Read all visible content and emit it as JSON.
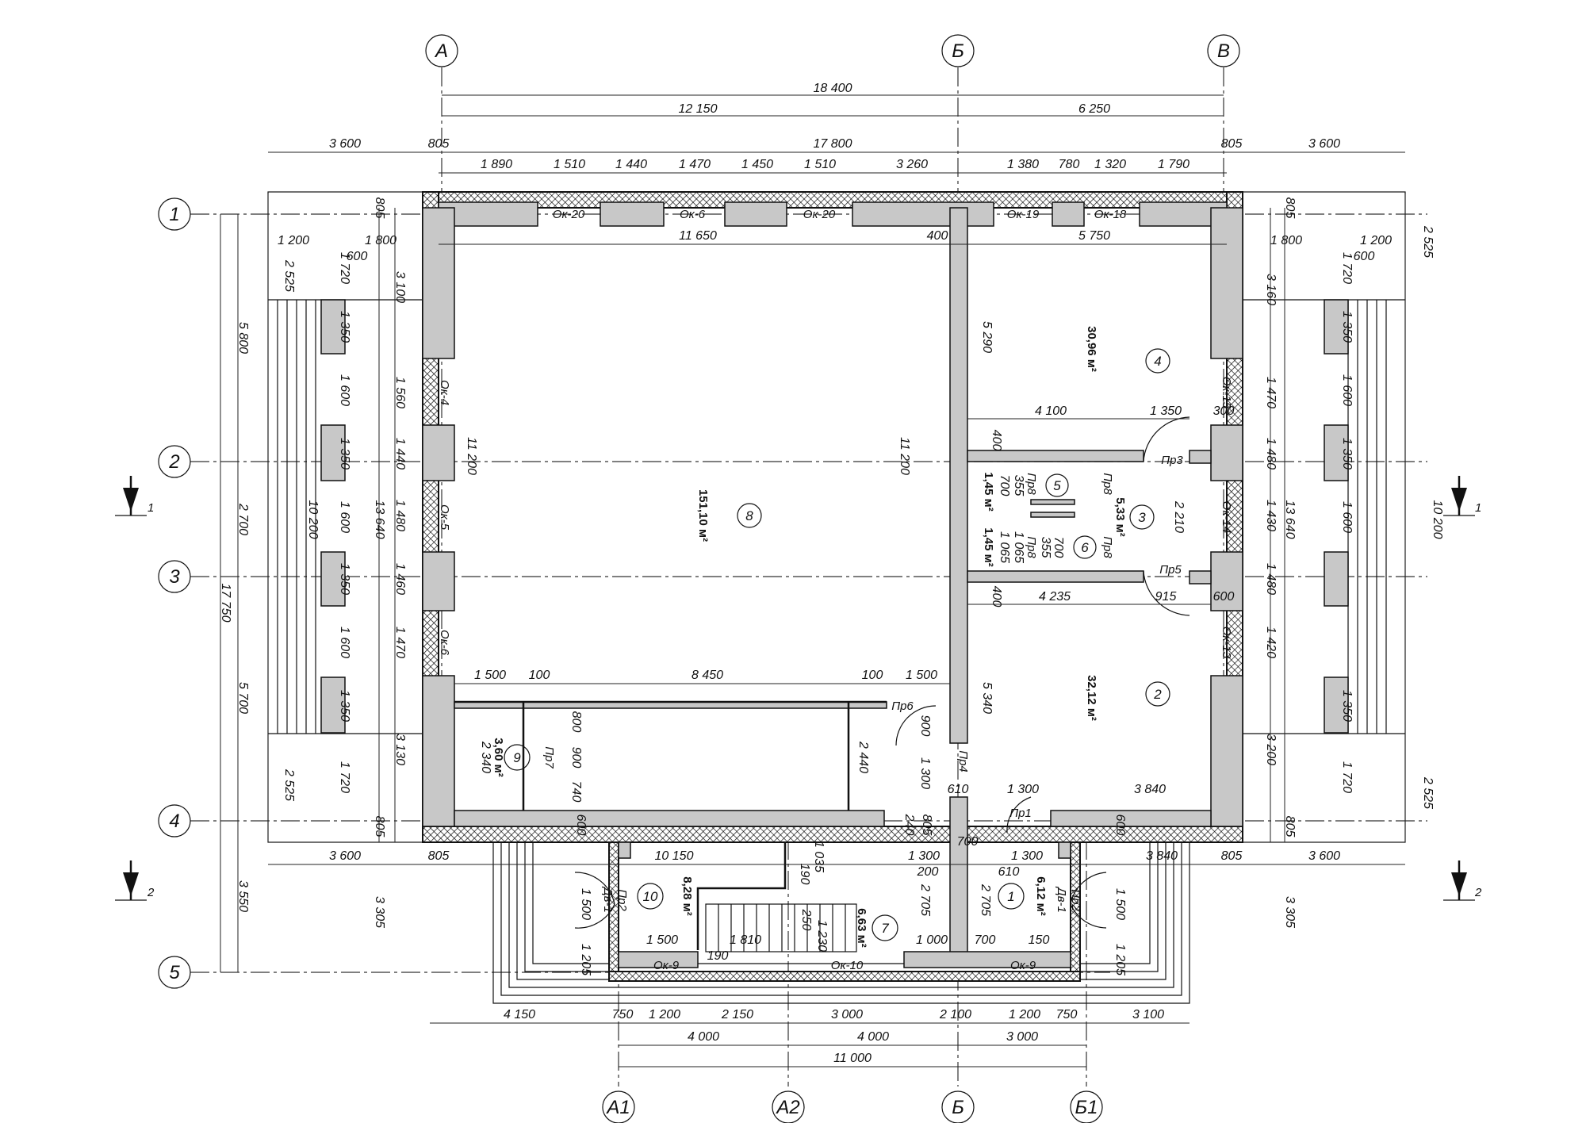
{
  "axes_letters": [
    {
      "label": "А"
    },
    {
      "label": "Б"
    },
    {
      "label": "В"
    },
    {
      "label": "А1"
    },
    {
      "label": "А2"
    },
    {
      "label": "Б"
    },
    {
      "label": "Б1"
    }
  ],
  "axes_numbers": [
    {
      "label": "1"
    },
    {
      "label": "2"
    },
    {
      "label": "3"
    },
    {
      "label": "4"
    },
    {
      "label": "5"
    }
  ],
  "dims_top": {
    "total": "18 400",
    "left_part": "12 150",
    "right_part": "6 250",
    "inner_total": "17 800",
    "porch_left": "3 600",
    "wall_left": "805",
    "wall_right": "805",
    "porch_right": "3 600",
    "chain": [
      "1 890",
      "1 510",
      "1 440",
      "1 470",
      "1 450",
      "1 510",
      "3 260",
      "1 380",
      "780",
      "1 320",
      "1 790"
    ],
    "room8_width": "11 650",
    "partition": "400",
    "room4_width": "5 750"
  },
  "dims_left": {
    "total": "17 750",
    "section_1_2": "5 800",
    "section_2_3": "2 700",
    "section_3_4": "5 700",
    "section_4_5": "3 550",
    "outer_10200": "10 200",
    "outer_13640": "13 640",
    "chain": [
      "3 100",
      "1 560",
      "1 440",
      "1 480",
      "1 460",
      "1 470",
      "3 130"
    ],
    "porch_steps": [
      "1 350",
      "1 600",
      "1 350",
      "1 600",
      "1 350",
      "1 600",
      "1 350"
    ],
    "porch_edges": [
      "1 720",
      "1 720"
    ],
    "porch_2525": [
      "2 525",
      "2 525"
    ],
    "porch_1200": "1 200",
    "porch_1800": "1 800",
    "porch_600": "600",
    "wall_805": "805",
    "lower_3305": "3 305"
  },
  "dims_right": {
    "total": "10 200",
    "outer_13640": "13 640",
    "chain": [
      "3 160",
      "1 470",
      "1 480",
      "1 430",
      "1 480",
      "1 420",
      "3 200"
    ],
    "porch_steps": [
      "1 350",
      "1 600",
      "1 350",
      "1 600",
      "1 350"
    ],
    "porch_edges": [
      "1 720",
      "1 720"
    ],
    "porch_2525": [
      "2 525",
      "2 525"
    ],
    "porch_1200": "1 200",
    "porch_1800": "1 800",
    "porch_600": "600",
    "wall_805": "805",
    "lower_3305": "3 305"
  },
  "dims_interior": {
    "h_11200_left": "11 200",
    "h_11200_center": "11 200",
    "r4_height": "5 290",
    "r2_height": "5 340",
    "r4_bottom": "4 100",
    "door_1350": "1 350",
    "wall_300": "300",
    "r2_top": "4 235",
    "d_915": "915",
    "d_600": "600",
    "d_400a": "400",
    "d_400b": "400",
    "d_2210": "2 210",
    "corridor_1500a": "1 500",
    "corridor_100a": "100",
    "corridor_8450": "8 450",
    "corridor_100b": "100",
    "corridor_1500b": "1 500",
    "room9_2340": "2 340",
    "d_800": "800",
    "d_900": "900",
    "d_740": "740",
    "d_2440": "2 440",
    "d_1300a": "1 300",
    "d_610a": "610",
    "d_1300b": "1 300",
    "d_3840a": "3 840",
    "d_900b": "900",
    "d_240": "240",
    "d_805c": "805",
    "d_700": "700",
    "wc_dims": [
      "700",
      "355",
      "1 065",
      "1 065",
      "700",
      "355"
    ]
  },
  "dims_lower": {
    "porch_3600_left": "3 600",
    "wall_805_left": "805",
    "span_10150": "10 150",
    "d_1035": "1 035",
    "d_1300": "1 300",
    "d_200": "200",
    "d_1300b": "1 300",
    "d_610": "610",
    "span_3840": "3 840",
    "wall_805_right": "805",
    "porch_3600_right": "3 600",
    "d_190a": "190",
    "d_1500a": "1 500",
    "d_1205a": "1 205",
    "d_1500b": "1 500",
    "d_1810": "1 810",
    "d_190b": "190",
    "d_250": "250",
    "d_1230": "1 230",
    "d_2705a": "2 705",
    "d_2705b": "2 705",
    "d_1000": "1 000",
    "d_700": "700",
    "d_150": "150",
    "d_1500c": "1 500",
    "d_1205b": "1 205",
    "d_600a": "600",
    "d_600b": "600"
  },
  "dims_bottom": {
    "chain": [
      "4 150",
      "750",
      "1 200",
      "2 150",
      "3 000",
      "2 100",
      "1 200",
      "750",
      "3 100"
    ],
    "spans": [
      "4 000",
      "4 000",
      "3 000"
    ],
    "total": "11 000"
  },
  "rooms": [
    {
      "no": "8",
      "area": "151,10 м²"
    },
    {
      "no": "4",
      "area": "30,96 м²"
    },
    {
      "no": "2",
      "area": "32,12 м²"
    },
    {
      "no": "3",
      "area": "5,33 м²"
    },
    {
      "no": "5",
      "area": "1,45 м²"
    },
    {
      "no": "6",
      "area": "1,45 м²"
    },
    {
      "no": "9",
      "area": "3,60 м²"
    },
    {
      "no": "10",
      "area": "8,28 м²"
    },
    {
      "no": "7",
      "area": "6,63 м²"
    },
    {
      "no": "1",
      "area": "6,12 м²"
    }
  ],
  "windows": {
    "top": [
      "Ок-20",
      "Ок-6",
      "Ок-20",
      "Ок-19",
      "Ок-18"
    ],
    "left": [
      "Ок-4",
      "Ок-5",
      "Ок-6"
    ],
    "right": [
      "Ок-15",
      "Ок-14",
      "Ок-13"
    ],
    "bottom": [
      "Ок-9",
      "Ок-10",
      "Ок-9"
    ]
  },
  "doors": {
    "pr3": "Пр3",
    "pr5": "Пр5",
    "pr1": "Пр1",
    "pr4": "Пр4",
    "pr6": "Пр6",
    "pr7": "Пр7",
    "pr8a": "Пр8",
    "pr8b": "Пр8",
    "pr8c": "Пр8",
    "pr8d": "Пр8",
    "pr2a": "Пр2",
    "pr2b": "Пр2",
    "dv1a": "Дв-1",
    "dv1b": "Дв-1"
  },
  "sections": {
    "s1": "1",
    "s2": "2"
  }
}
